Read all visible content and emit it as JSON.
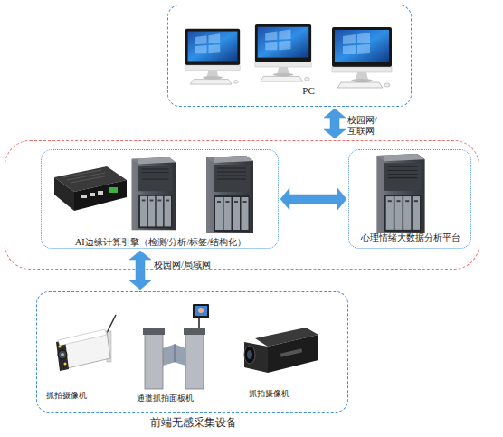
{
  "diagram": {
    "nodes": [
      {
        "text": [
          "PC"
        ]
      },
      {
        "text": []
      },
      {
        "text": [
          "AI边缘计算引擎（检测/分析/标签/结构化）"
        ],
        "in": 1
      },
      {
        "text": [
          "心理情绪大数据分析平台"
        ],
        "in": 1
      },
      {
        "text": [
          "前端无感采集设备"
        ]
      }
    ],
    "edges": [
      {
        "from": 0,
        "to": 1,
        "arrow": "both",
        "label": "校园网/ 互联网"
      },
      {
        "from": 2,
        "to": 3,
        "arrow": "both"
      },
      {
        "from": 4,
        "to": 2,
        "arrow": "both",
        "label": "校园网/局域网"
      }
    ],
    "labels": [
      "抓拍摄像机",
      "通道抓拍面板机",
      "抓拍摄像机"
    ]
  }
}
